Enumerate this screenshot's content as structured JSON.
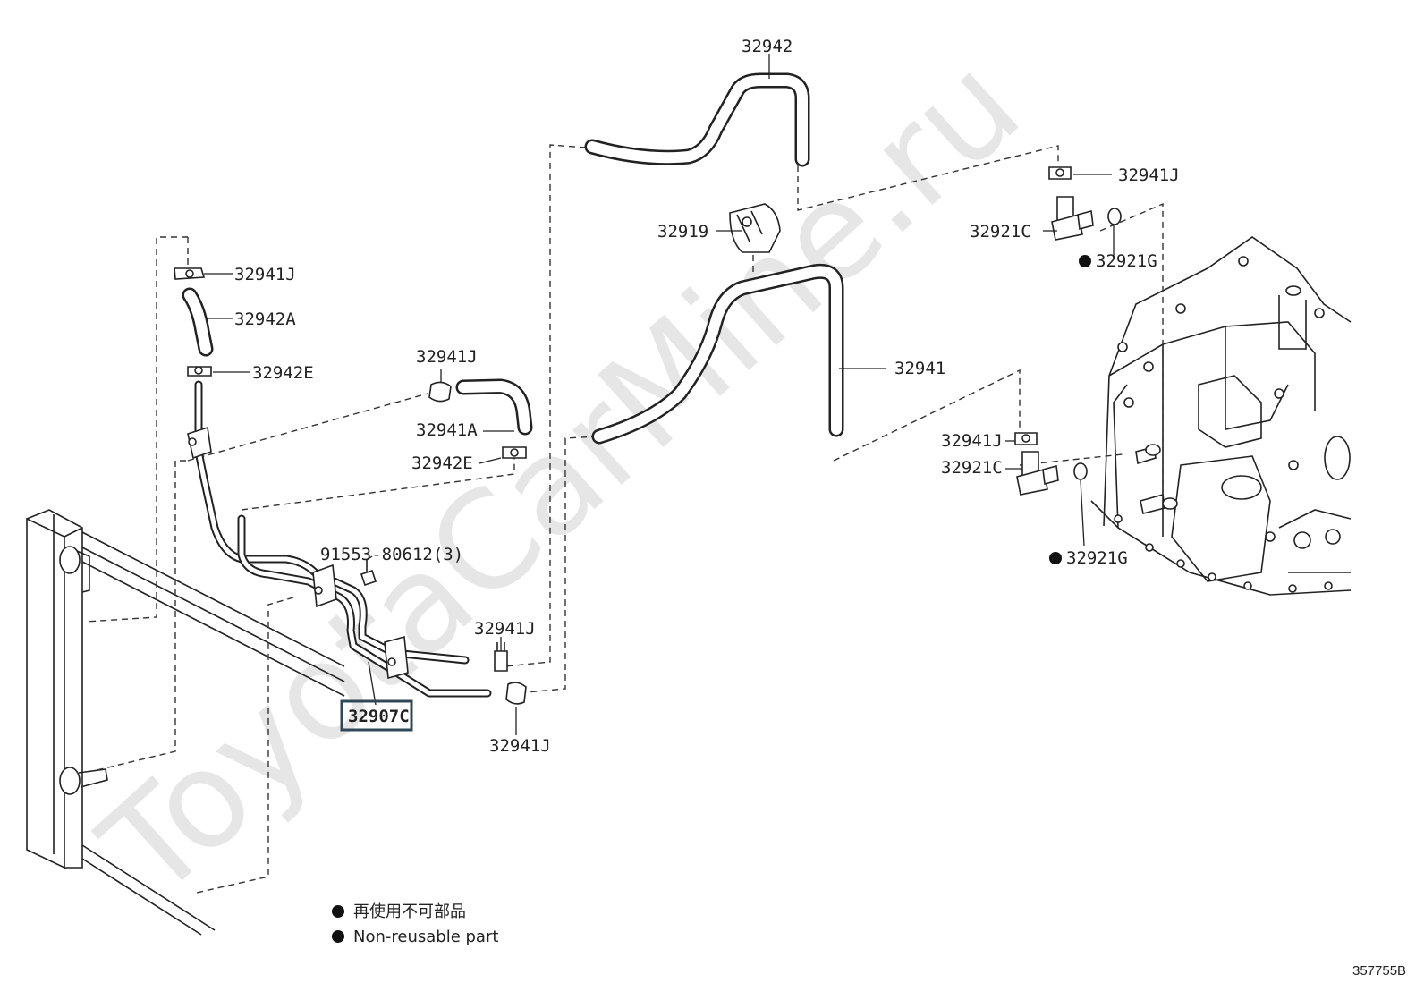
{
  "labels": {
    "p32942": "32942",
    "p32941J_tr": "32941J",
    "p32919": "32919",
    "p32921C_tr": "32921C",
    "p32921G_tr": "32921G",
    "p32941": "32941",
    "p32941J_tl": "32941J",
    "p32942A": "32942A",
    "p32942E_tl": "32942E",
    "p32941J_ml": "32941J",
    "p32941A": "32941A",
    "p32942E_ml": "32942E",
    "p32941J_mr": "32941J",
    "p32921C_mr": "32921C",
    "p32921G_br": "32921G",
    "p91553": "91553-80612(3)",
    "p32941J_bc": "32941J",
    "p32907C": "32907C",
    "p32941J_bb": "32941J"
  },
  "legend": {
    "line1": "再使用不可部品",
    "line2": "Non-reusable part"
  },
  "reference": "357755B",
  "watermark": "ToyotaCarMine.ru",
  "colors": {
    "ink": "#222222",
    "highlight_border": "#2f4858"
  }
}
